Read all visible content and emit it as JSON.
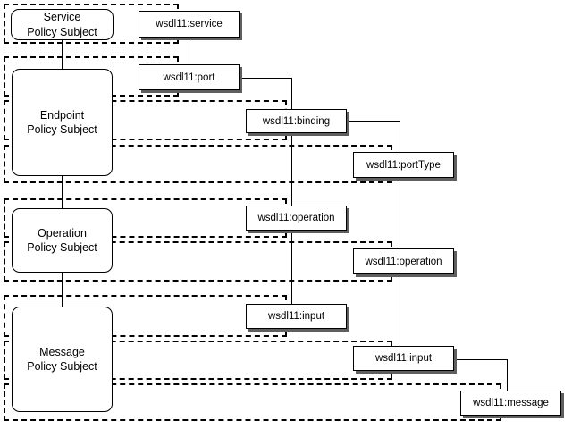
{
  "subjects": {
    "service": {
      "line1": "Service",
      "line2": "Policy Subject"
    },
    "endpoint": {
      "line1": "Endpoint",
      "line2": "Policy Subject"
    },
    "operation": {
      "line1": "Operation",
      "line2": "Policy Subject"
    },
    "message": {
      "line1": "Message",
      "line2": "Policy Subject"
    }
  },
  "elements": {
    "service": "wsdl11:service",
    "port": "wsdl11:port",
    "binding": "wsdl11:binding",
    "portType": "wsdl11:portType",
    "bindingOperation": "wsdl11:operation",
    "portTypeOperation": "wsdl11:operation",
    "bindingInput": "wsdl11:input",
    "portTypeInput": "wsdl11:input",
    "message": "wsdl11:message"
  },
  "colors": {
    "line": "#000000",
    "box_shadow": "#5f5f5f",
    "background": "#ffffff"
  }
}
